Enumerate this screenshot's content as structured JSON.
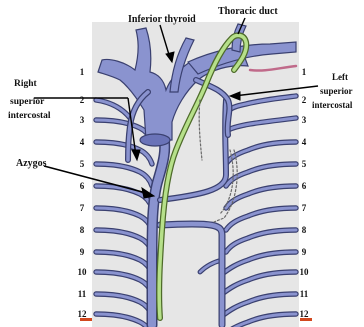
{
  "labels": {
    "inferior_thyroid": "Inferior thyroid",
    "thoracic_duct": "Thoracic duct",
    "right_superior_intercostal": [
      "Right",
      "superior",
      "intercostal"
    ],
    "left_superior_intercostal": [
      "Left",
      "superior",
      "intercostal"
    ],
    "azygos": "Azygos"
  },
  "rib_numbers_left": [
    "1",
    "2",
    "3",
    "4",
    "5",
    "6",
    "7",
    "8",
    "9",
    "10",
    "11",
    "12"
  ],
  "rib_numbers_right": [
    "1",
    "2",
    "3",
    "4",
    "5",
    "6",
    "7",
    "8",
    "9",
    "10",
    "11",
    "12"
  ],
  "colors": {
    "background_panel": "#e6e6e6",
    "vein_fill": "#8a93cf",
    "vein_outline": "#3a4070",
    "thoracic_duct": "#b6e08a",
    "thoracic_duct_outline": "#4e6b2a",
    "marker": "#d2481e",
    "pointer_line": "#000000"
  }
}
